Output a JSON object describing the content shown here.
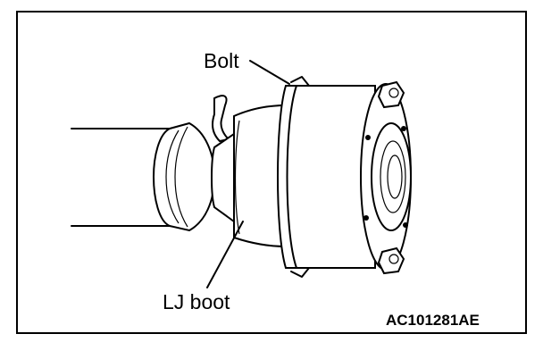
{
  "labels": {
    "bolt": "Bolt",
    "lj_boot": "LJ boot"
  },
  "figure_code": "AC101281AE"
}
